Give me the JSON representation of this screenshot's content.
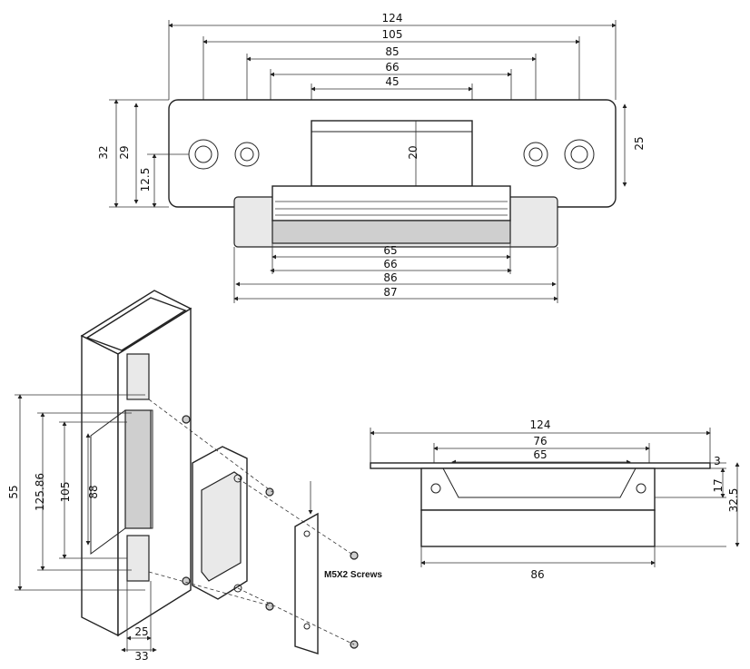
{
  "top_view": {
    "widths": [
      "124",
      "105",
      "85",
      "66",
      "45"
    ],
    "heights": [
      "32",
      "29",
      "12.5"
    ],
    "right_height": "25",
    "center_height": "20",
    "bottom_widths": [
      "65",
      "66",
      "86",
      "87"
    ]
  },
  "side_view": {
    "width_total": "124",
    "width_inner_1": "76",
    "width_inner_2": "65",
    "right_dims": [
      "3",
      "17",
      "32.5"
    ],
    "bottom_width": "86"
  },
  "install_view": {
    "left_dims": [
      "55",
      "125.86",
      "105",
      "88"
    ],
    "bottom_dims": [
      "25",
      "33"
    ],
    "screws_label": "M5X2 Screws"
  }
}
